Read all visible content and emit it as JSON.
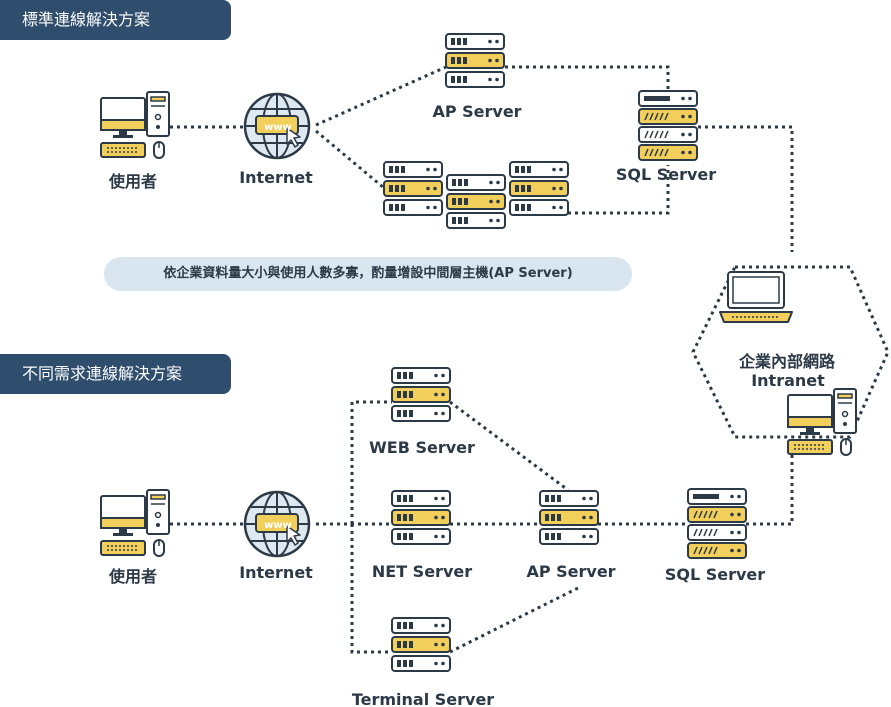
{
  "sections": [
    {
      "title": "標準連線解決方案"
    },
    {
      "title": "不同需求連線解決方案"
    }
  ],
  "note": "依企業資料量大小與使用人數多寡，酌量增設中間層主機(AP Server)",
  "top": {
    "user": "使用者",
    "internet": "Internet",
    "ap_server": "AP Server",
    "sql_server": "SQL Server",
    "www_badge": "www"
  },
  "bottom": {
    "user": "使用者",
    "internet": "Internet",
    "web_server": "WEB Server",
    "net_server": "NET Server",
    "ap_server": "AP Server",
    "sql_server": "SQL Server",
    "terminal_server": "Terminal Server",
    "www_badge": "www"
  },
  "intranet": {
    "name_zh": "企業內部網路",
    "name_en": "Intranet"
  },
  "colors": {
    "banner": "#2f4d6c",
    "outline": "#2c3a47",
    "accent": "#f2cf5a",
    "note_bg": "#d9e6ef",
    "globe": "#dde8f1"
  }
}
